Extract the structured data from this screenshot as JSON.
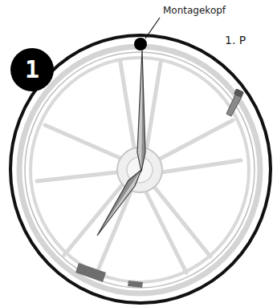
{
  "diagram": {
    "nodes": [
      {
        "text": [
          "1"
        ]
      }
    ],
    "labels": [
      "Montagekopf",
      "1. P"
    ]
  }
}
